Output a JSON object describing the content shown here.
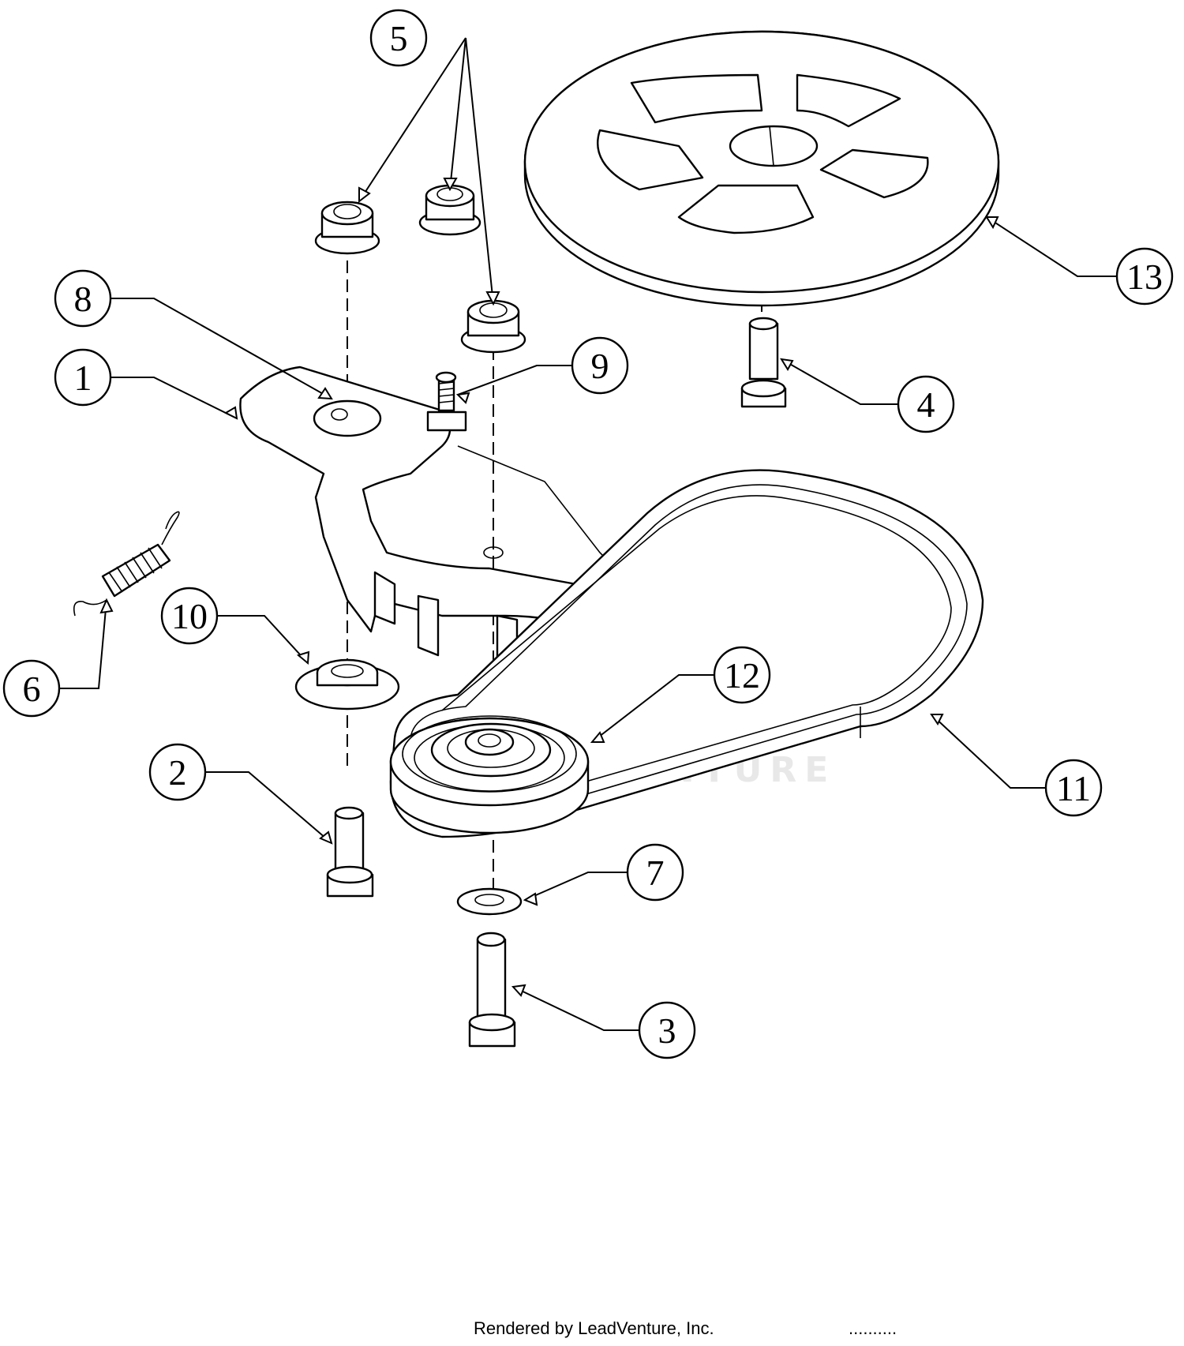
{
  "callouts": [
    {
      "id": "1",
      "label": "1"
    },
    {
      "id": "2",
      "label": "2"
    },
    {
      "id": "3",
      "label": "3"
    },
    {
      "id": "4",
      "label": "4"
    },
    {
      "id": "5",
      "label": "5"
    },
    {
      "id": "6",
      "label": "6"
    },
    {
      "id": "7",
      "label": "7"
    },
    {
      "id": "8",
      "label": "8"
    },
    {
      "id": "9",
      "label": "9"
    },
    {
      "id": "10",
      "label": "10"
    },
    {
      "id": "11",
      "label": "11"
    },
    {
      "id": "12",
      "label": "12"
    },
    {
      "id": "13",
      "label": "13"
    }
  ],
  "footer": {
    "credit": "Rendered by LeadVenture, Inc.",
    "dots": ".........."
  },
  "watermark": {
    "brand": "LEADVENTURE",
    "logo": "leadventure-logo"
  },
  "colors": {
    "line": "#000000",
    "background": "#ffffff",
    "watermark": "#e8e8e8"
  }
}
